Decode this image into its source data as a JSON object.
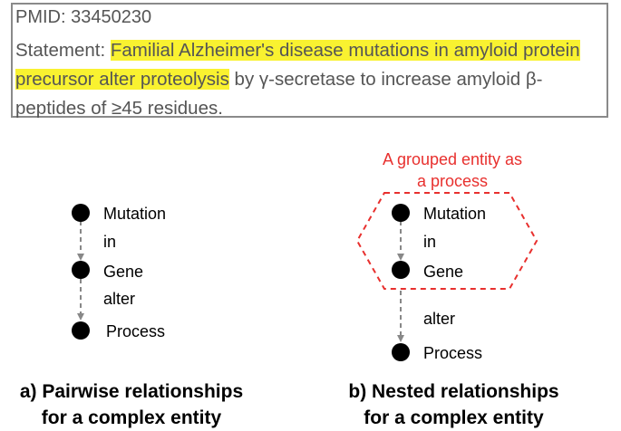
{
  "statement_box": {
    "pmid_label": "PMID: 33450230",
    "statement_prefix": "Statement: ",
    "statement_highlight": "Familial Alzheimer's disease mutations in amyloid protein precursor alter proteolysis",
    "statement_rest": " by γ-secretase to increase amyloid β-peptides of ≥45 residues.",
    "highlight_color": "#f9f230"
  },
  "panel_a": {
    "nodes": [
      "Mutation",
      "Gene",
      "Process"
    ],
    "edges": [
      "in",
      "alter"
    ],
    "caption_line1": "a) Pairwise relationships",
    "caption_line2": "for a complex entity"
  },
  "panel_b": {
    "group_title_line1": "A grouped entity as",
    "group_title_line2": "a process",
    "group_color": "#e8302e",
    "nodes": [
      "Mutation",
      "Gene",
      "Process"
    ],
    "edges": [
      "in",
      "alter"
    ],
    "caption_line1": "b) Nested relationships",
    "caption_line2": "for a complex entity"
  }
}
